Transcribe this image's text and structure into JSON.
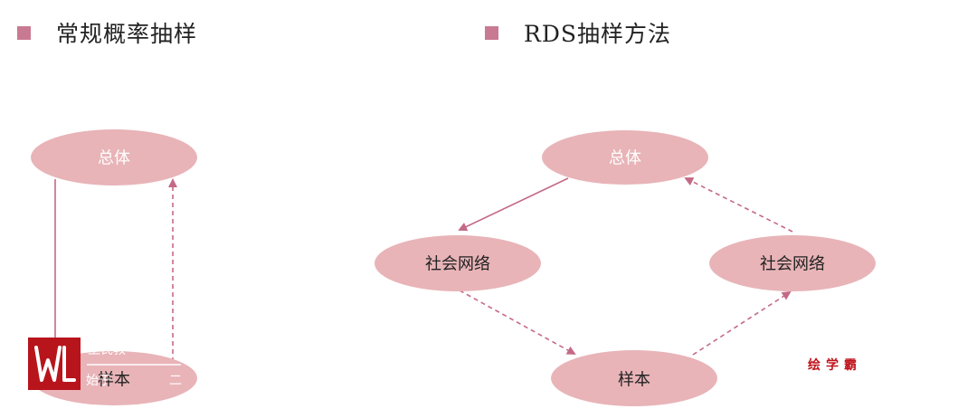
{
  "headings": {
    "left": "常规概率抽样",
    "right": "RDS抽样方法"
  },
  "left_diagram": {
    "population": "总体",
    "sample": "样本"
  },
  "right_diagram": {
    "population": "总体",
    "network_left": "社会网络",
    "network_right": "社会网络",
    "sample": "样本"
  },
  "watermark": {
    "line1": "王氏教",
    "line2": "始于",
    "line2b": "二"
  },
  "brand": "绘学霸",
  "colors": {
    "node_fill": "#e8b4b8",
    "edge": "#c46a86",
    "bullet": "#c97a93",
    "brand": "#c0141c"
  }
}
